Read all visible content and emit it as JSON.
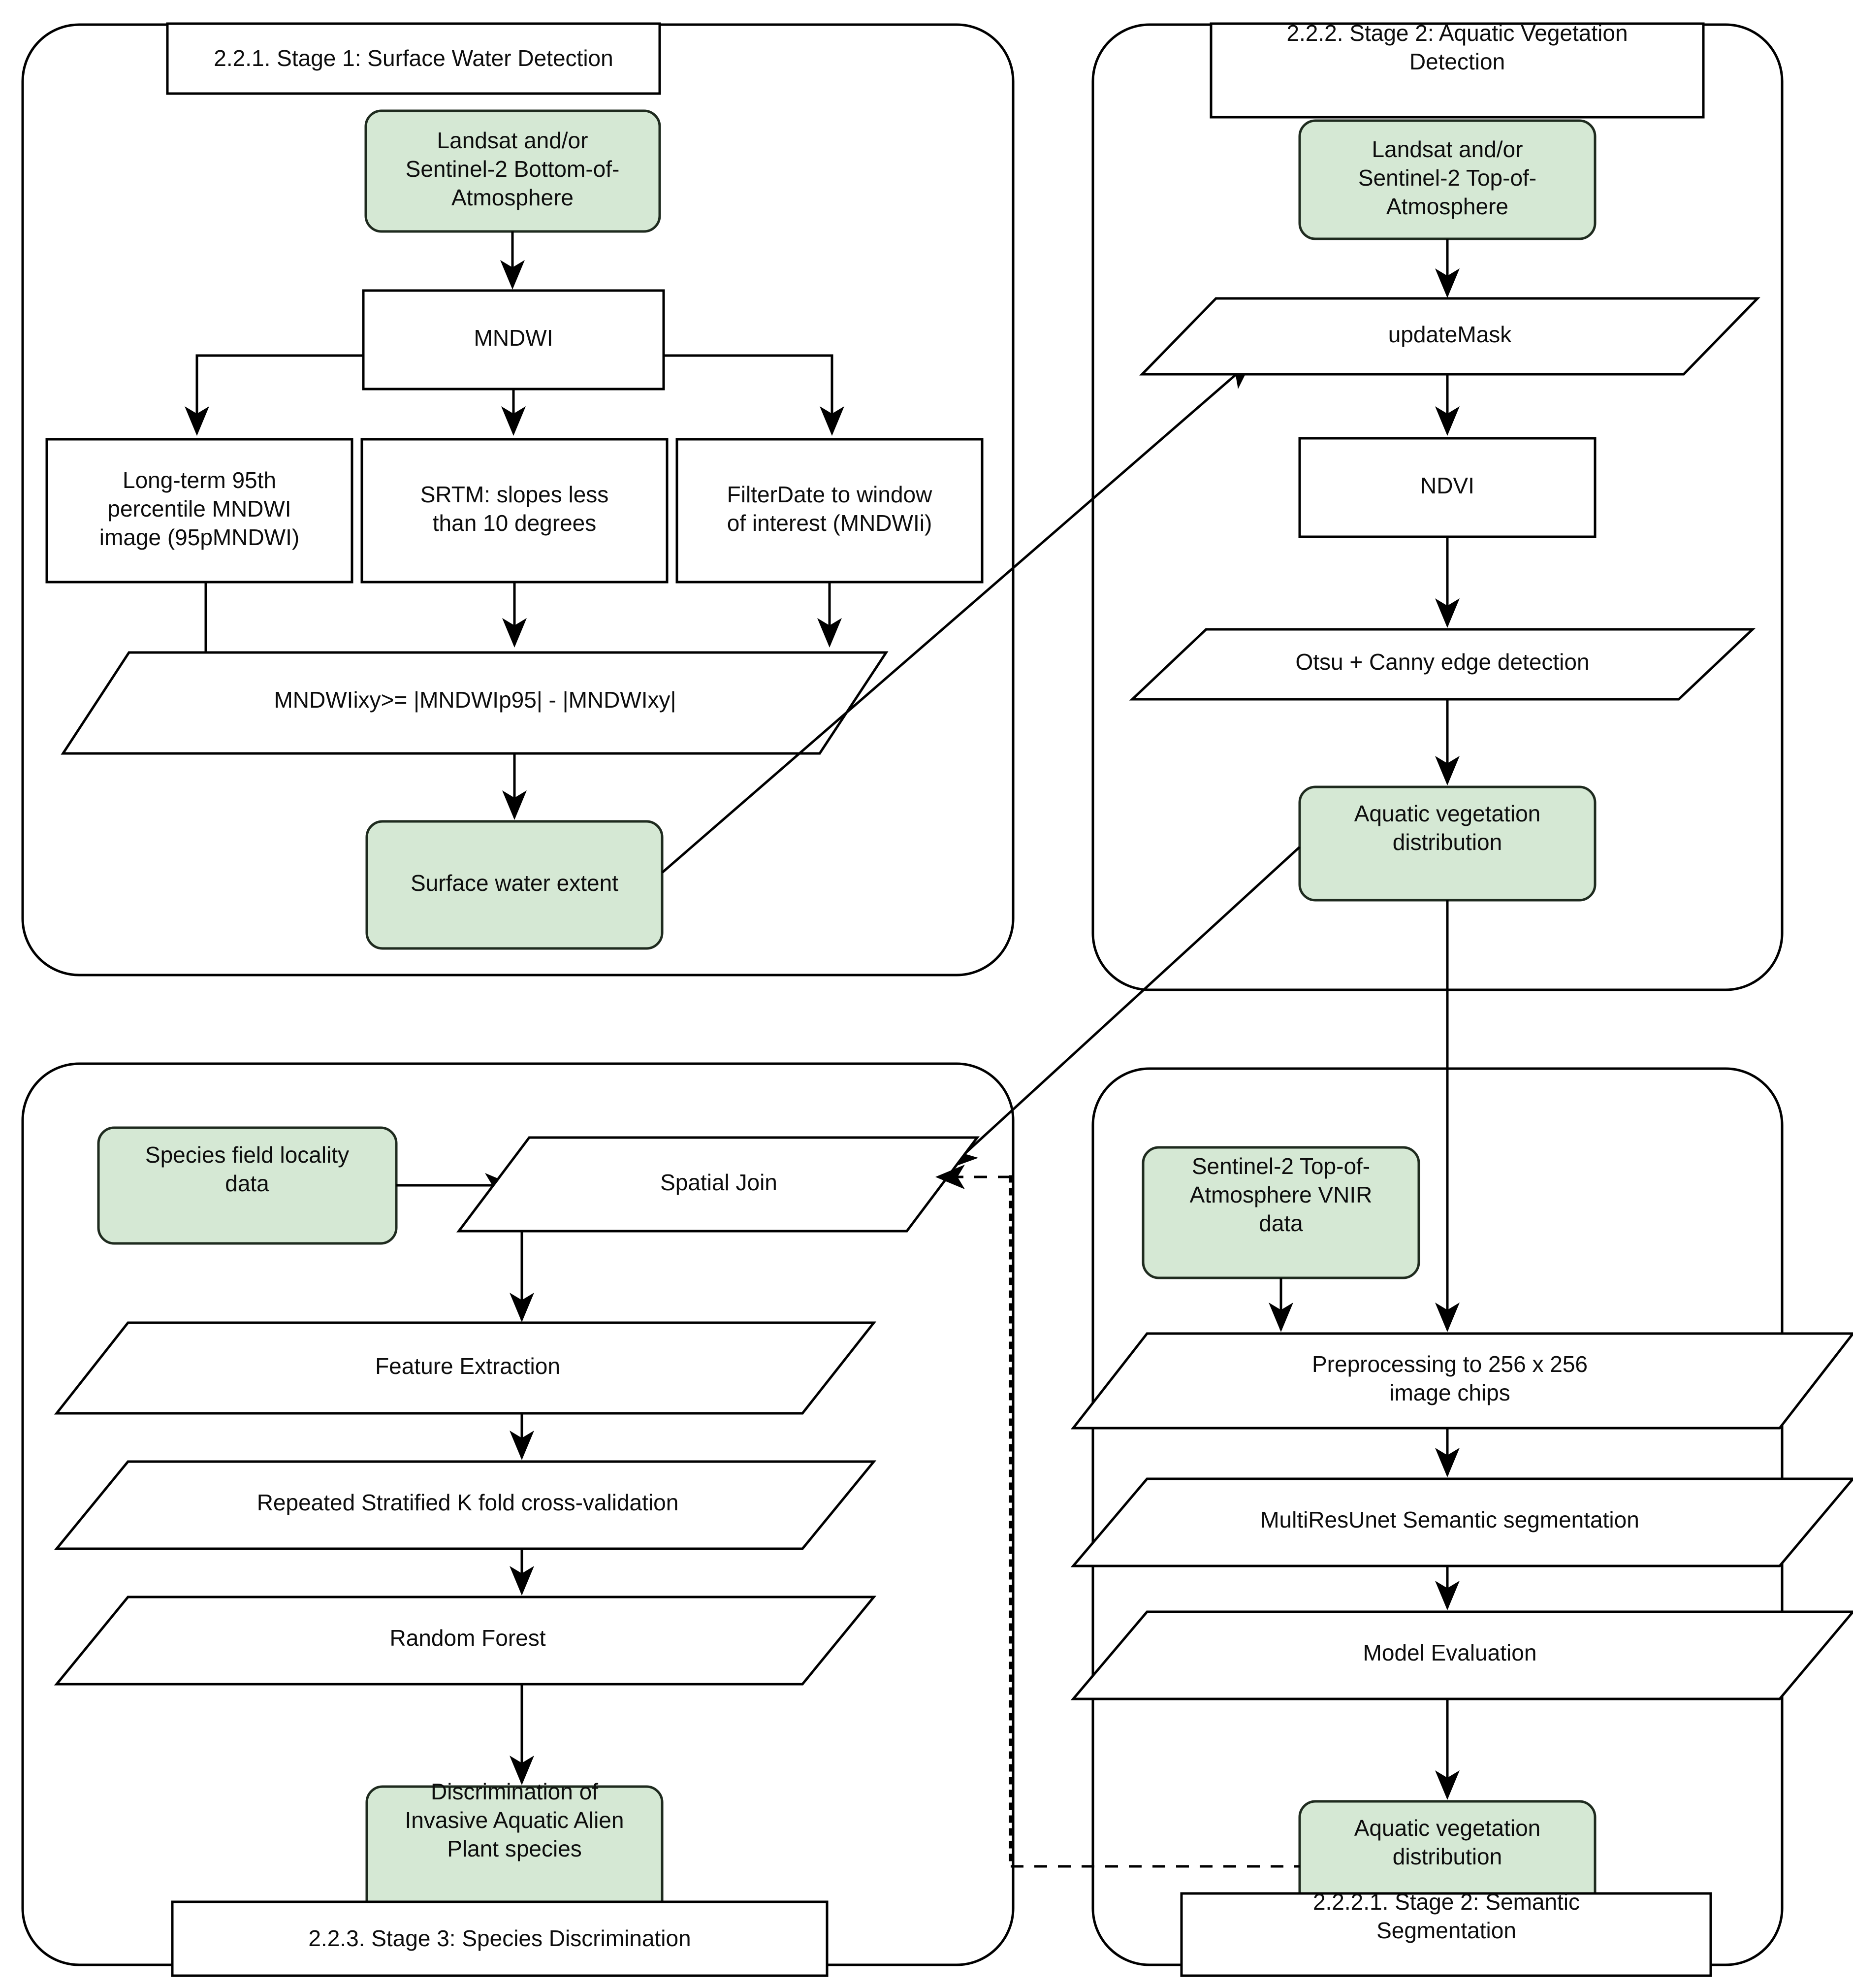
{
  "figure": {
    "type": "flowchart",
    "description": "Three-stage remote sensing workflow for invasive aquatic alien plant mapping",
    "accent_green": "#d5e8d4",
    "stroke_color": "#000000"
  },
  "panels": {
    "stage1": {
      "title": "2.2.1. Stage 1: Surface Water Detection",
      "nodes": {
        "source": "Landsat and/or Sentinel-2 Bottom-of-Atmosphere",
        "index": "MNDWI",
        "branch_left": "Long-term 95th percentile MNDWI image (95pMNDWI)",
        "branch_mid": "SRTM: slopes less than 10 degrees",
        "branch_right": "FilterDate to window of interest (MNDWIi)",
        "rule": "MNDWIixy>= |MNDWIp95| - |MNDWIxy|",
        "output": "Surface water extent"
      }
    },
    "stage2": {
      "title": "2.2.2. Stage 2: Aquatic Vegetation Detection",
      "nodes": {
        "source": "Landsat and/or Sentinel-2 Top-of-Atmosphere",
        "mask": "updateMask",
        "index": "NDVI",
        "threshold": "Otsu + Canny edge detection",
        "output": "Aquatic vegetation distribution"
      }
    },
    "stage3": {
      "title": "2.2.3. Stage 3: Species Discrimination",
      "nodes": {
        "field_data": "Species field locality data",
        "join": "Spatial Join",
        "features": "Feature Extraction",
        "cv": "Repeated Stratified K fold cross-validation",
        "model": "Random Forest",
        "output": "Discrimination of Invasive Aquatic Alien Plant species"
      }
    },
    "stage2_1": {
      "title": "2.2.2.1. Stage 2: Semantic Segmentation",
      "nodes": {
        "source": "Sentinel-2 Top-of-Atmosphere VNIR data",
        "preprocess": "Preprocessing to 256 x 256 image chips",
        "segmentation": "MultiResUnet Semantic segmentation",
        "evaluation": "Model Evaluation",
        "output": "Aquatic vegetation distribution"
      }
    }
  },
  "text_lines": {
    "s1_source": [
      "Landsat and/or",
      "Sentinel-2 Bottom-of-",
      "Atmosphere"
    ],
    "s1_index": [
      "MNDWI"
    ],
    "s1_left": [
      "Long-term 95th",
      "percentile MNDWI",
      "image (95pMNDWI)"
    ],
    "s1_mid": [
      "SRTM: slopes less",
      "than 10 degrees"
    ],
    "s1_right": [
      "FilterDate to window",
      "of interest (MNDWIi)"
    ],
    "s1_rule": [
      "MNDWIixy>= |MNDWIp95| - |MNDWIxy|"
    ],
    "s1_out": [
      "Surface water extent"
    ],
    "s1_title": [
      "2.2.1. Stage 1: Surface Water Detection"
    ],
    "s2_source": [
      "Landsat and/or",
      "Sentinel-2 Top-of-",
      "Atmosphere"
    ],
    "s2_mask": [
      "updateMask"
    ],
    "s2_index": [
      "NDVI"
    ],
    "s2_thresh": [
      "Otsu + Canny edge detection"
    ],
    "s2_out": [
      "Aquatic vegetation",
      "distribution"
    ],
    "s2_title": [
      "2.2.2. Stage 2: Aquatic Vegetation",
      "Detection"
    ],
    "s3_field": [
      "Species field locality",
      "data"
    ],
    "s3_join": [
      "Spatial Join"
    ],
    "s3_feat": [
      "Feature Extraction"
    ],
    "s3_cv": [
      "Repeated Stratified K fold cross-validation"
    ],
    "s3_rf": [
      "Random Forest"
    ],
    "s3_out": [
      "Discrimination of",
      "Invasive Aquatic Alien",
      "Plant species"
    ],
    "s3_title": [
      "2.2.3. Stage 3: Species Discrimination"
    ],
    "s21_source": [
      "Sentinel-2 Top-of-",
      "Atmosphere VNIR",
      "data"
    ],
    "s21_pre": [
      "Preprocessing to 256 x 256",
      "image chips"
    ],
    "s21_seg": [
      "MultiResUnet Semantic segmentation"
    ],
    "s21_eval": [
      "Model Evaluation"
    ],
    "s21_out": [
      "Aquatic vegetation",
      "distribution"
    ],
    "s21_title": [
      "2.2.2.1. Stage 2: Semantic",
      "Segmentation"
    ]
  }
}
